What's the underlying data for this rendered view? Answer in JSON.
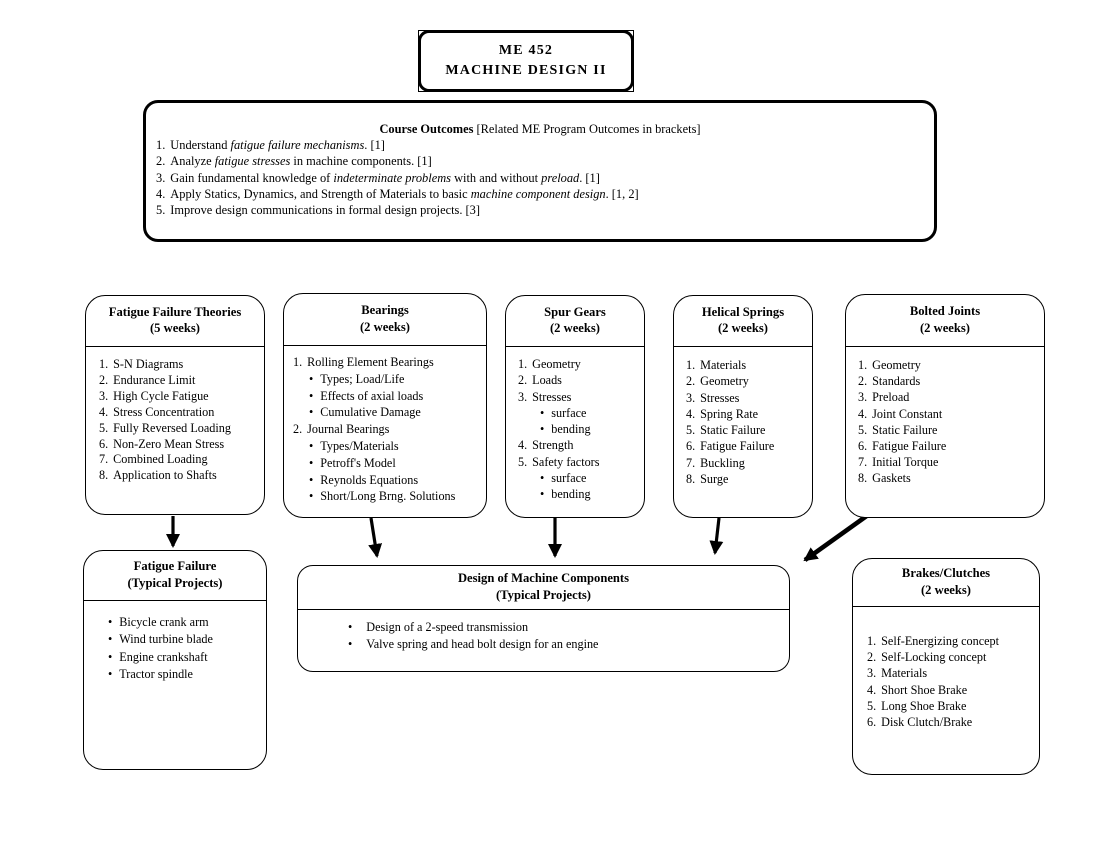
{
  "title_box": {
    "line1": "ME 452",
    "line2": "MACHINE DESIGN II"
  },
  "outcomes": {
    "title": "Course Outcomes",
    "subtitle": " [Related ME Program Outcomes in brackets]",
    "items": [
      {
        "m": "1.",
        "seg": [
          [
            "Understand ",
            0
          ],
          [
            "fatigue failure mechanisms",
            1
          ],
          [
            ". [1]",
            0
          ]
        ]
      },
      {
        "m": "2.",
        "seg": [
          [
            "Analyze ",
            0
          ],
          [
            "fatigue stresses",
            1
          ],
          [
            " in machine components. [1]",
            0
          ]
        ]
      },
      {
        "m": "3.",
        "seg": [
          [
            "Gain fundamental knowledge of ",
            0
          ],
          [
            "indeterminate problems",
            1
          ],
          [
            " with and without ",
            0
          ],
          [
            "preload",
            1
          ],
          [
            ". [1]",
            0
          ]
        ]
      },
      {
        "m": "4.",
        "seg": [
          [
            "Apply Statics, Dynamics, and Strength of Materials to basic ",
            0
          ],
          [
            "machine component design",
            1
          ],
          [
            ". [1, 2]",
            0
          ]
        ]
      },
      {
        "m": "5.",
        "seg": [
          [
            "Improve design communications in formal design projects. [3]",
            0
          ]
        ]
      }
    ]
  },
  "topic_boxes": [
    {
      "title": "Fatigue Failure Theories",
      "weeks": "(5 weeks)",
      "items": [
        {
          "m": "1.",
          "t": "S-N Diagrams"
        },
        {
          "m": "2.",
          "t": "Endurance Limit"
        },
        {
          "m": "3.",
          "t": "High Cycle Fatigue"
        },
        {
          "m": "4.",
          "t": "Stress Concentration"
        },
        {
          "m": "5.",
          "t": "Fully Reversed Loading"
        },
        {
          "m": "6.",
          "t": "Non-Zero Mean Stress"
        },
        {
          "m": "7.",
          "t": "Combined Loading"
        },
        {
          "m": "8.",
          "t": "Application to Shafts"
        }
      ]
    },
    {
      "title": "Bearings",
      "weeks": "(2 weeks)",
      "items": [
        {
          "m": "1.",
          "t": "Rolling Element Bearings"
        },
        {
          "m": "•",
          "t": "Types; Load/Life",
          "lvl": 1
        },
        {
          "m": "•",
          "t": "Effects of axial loads",
          "lvl": 1
        },
        {
          "m": "•",
          "t": "Cumulative Damage",
          "lvl": 1
        },
        {
          "m": "2.",
          "t": "Journal Bearings"
        },
        {
          "m": "•",
          "t": "Types/Materials",
          "lvl": 1
        },
        {
          "m": "•",
          "t": "Petroff's Model",
          "lvl": 1
        },
        {
          "m": "•",
          "t": "Reynolds Equations",
          "lvl": 1
        },
        {
          "m": "•",
          "t": "Short/Long Brng. Solutions",
          "lvl": 1
        }
      ]
    },
    {
      "title": "Spur Gears",
      "weeks": "(2 weeks)",
      "items": [
        {
          "m": "1.",
          "t": "Geometry"
        },
        {
          "m": "2.",
          "t": "Loads"
        },
        {
          "m": "3.",
          "t": "Stresses"
        },
        {
          "m": "•",
          "t": "surface",
          "lvl": 1
        },
        {
          "m": "•",
          "t": "bending",
          "lvl": 1
        },
        {
          "m": "4.",
          "t": "Strength"
        },
        {
          "m": "5.",
          "t": "Safety factors"
        },
        {
          "m": "•",
          "t": "surface",
          "lvl": 1
        },
        {
          "m": "•",
          "t": "bending",
          "lvl": 1
        }
      ]
    },
    {
      "title": "Helical Springs",
      "weeks": "(2 weeks)",
      "items": [
        {
          "m": "1.",
          "t": "Materials"
        },
        {
          "m": "2.",
          "t": "Geometry"
        },
        {
          "m": "3.",
          "t": "Stresses"
        },
        {
          "m": "4.",
          "t": "Spring Rate"
        },
        {
          "m": "5.",
          "t": "Static Failure"
        },
        {
          "m": "6.",
          "t": "Fatigue Failure"
        },
        {
          "m": "7.",
          "t": "Buckling"
        },
        {
          "m": "8.",
          "t": "Surge"
        }
      ]
    },
    {
      "title": "Bolted Joints",
      "weeks": "(2 weeks)",
      "items": [
        {
          "m": "1.",
          "t": "Geometry"
        },
        {
          "m": "2.",
          "t": "Standards"
        },
        {
          "m": "3.",
          "t": "Preload"
        },
        {
          "m": "4.",
          "t": "Joint Constant"
        },
        {
          "m": "5.",
          "t": "Static Failure"
        },
        {
          "m": "6.",
          "t": "Fatigue Failure"
        },
        {
          "m": "7.",
          "t": "Initial Torque"
        },
        {
          "m": "8.",
          "t": "Gaskets"
        }
      ]
    }
  ],
  "fatigue_projects": {
    "title": "Fatigue Failure",
    "weeks": "(Typical Projects)",
    "items": [
      {
        "m": "•",
        "t": "Bicycle crank arm"
      },
      {
        "m": "•",
        "t": "Wind turbine blade"
      },
      {
        "m": "•",
        "t": "Engine crankshaft"
      },
      {
        "m": "•",
        "t": "Tractor spindle"
      }
    ]
  },
  "design_projects": {
    "title": "Design of Machine Components",
    "weeks": "(Typical Projects)",
    "items": [
      {
        "m": "•",
        "t": "Design of a 2-speed transmission"
      },
      {
        "m": "•",
        "t": "Valve spring and head bolt design for an engine"
      }
    ]
  },
  "brakes": {
    "title": "Brakes/Clutches",
    "weeks": "(2 weeks)",
    "items": [
      {
        "m": "1.",
        "t": "Self-Energizing concept"
      },
      {
        "m": "2.",
        "t": "Self-Locking concept"
      },
      {
        "m": "3.",
        "t": "Materials"
      },
      {
        "m": "4.",
        "t": "Short Shoe Brake"
      },
      {
        "m": "5.",
        "t": "Long Shoe Brake"
      },
      {
        "m": "6.",
        "t": "Disk Clutch/Brake"
      }
    ]
  },
  "colors": {
    "ink": "#000000",
    "background": "#ffffff"
  }
}
